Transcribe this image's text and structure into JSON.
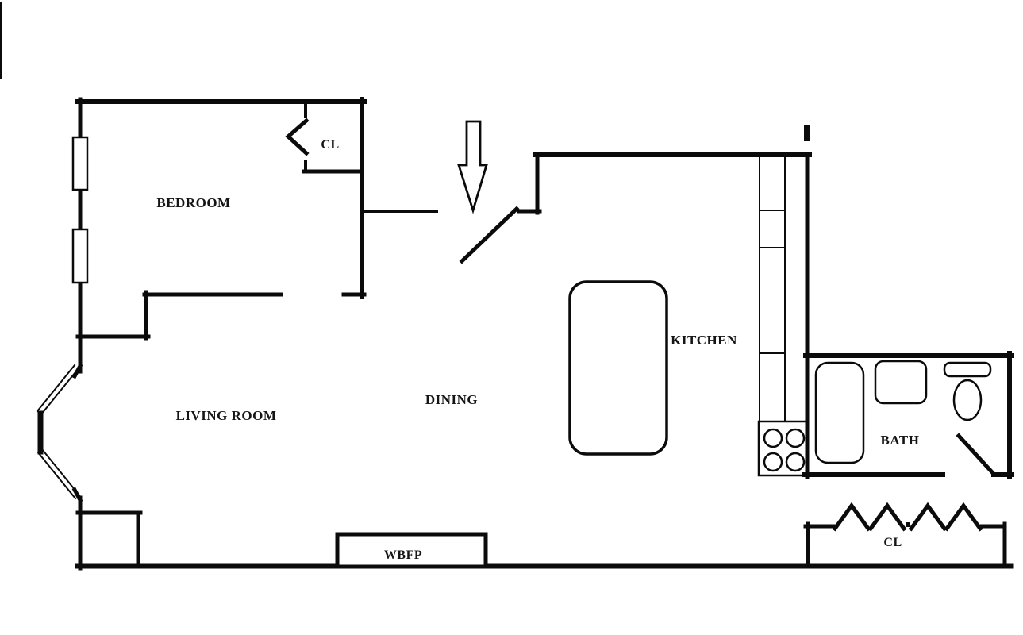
{
  "colors": {
    "line": "#000000",
    "background": "#ffffff"
  },
  "rooms": {
    "bedroom": "BEDROOM",
    "closet_top": "CL",
    "living_room": "LIVING ROOM",
    "dining": "DINING",
    "kitchen": "KITCHEN",
    "bath": "BATH",
    "closet_bottom": "CL",
    "fireplace": "WBFP"
  },
  "fixtures": {
    "entry_arrow": "entrance-direction-arrow",
    "entry_door": "entry-door-swing",
    "bedroom_closet_door": "closet-door-chevron",
    "bedroom_windows": "wall-windows",
    "bay_window": "angled-bay-window",
    "kitchen_counter": "counter-run-with-cabinets",
    "stove": "four-burner-stove",
    "kitchen_table": "kitchen-table",
    "bathtub": "bathtub",
    "bath_sink": "sink",
    "toilet": "toilet",
    "bath_door": "bath-door-swing",
    "closet_doors": "accordion-closet-doors",
    "wbfp": "wood-burning-fireplace"
  }
}
